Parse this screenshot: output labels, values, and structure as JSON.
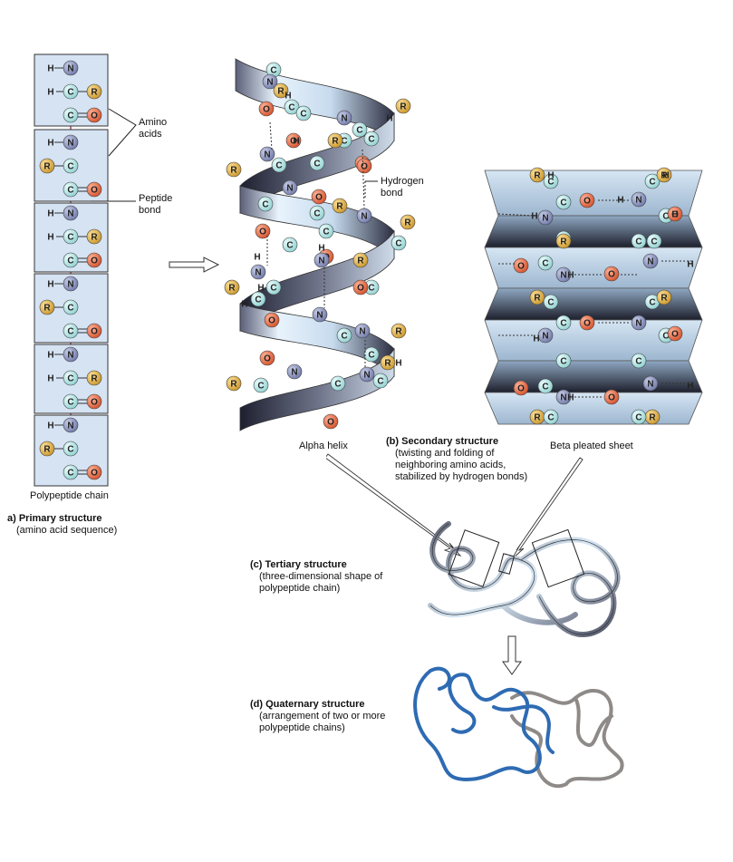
{
  "atoms": {
    "N": "N",
    "C": "C",
    "O": "O",
    "R": "R",
    "H": "H"
  },
  "colors": {
    "nitrogen": "#7f88b8",
    "carbon": "#a9e0e0",
    "oxygen": "#e0603a",
    "r_group": "#d9a83a",
    "box_fill": "#d5e3f3",
    "ribbon_light": "#e6f1fb",
    "ribbon_dark": "#2a2c3e",
    "chain_blue": "#2e6bb3",
    "chain_gray": "#8e8a88"
  },
  "labels": {
    "amino_acids": "Amino acids",
    "peptide_bond": "Peptide bond",
    "hydrogen_bond": "Hydrogen bond",
    "polypeptide_chain": "Polypeptide chain",
    "alpha_helix": "Alpha helix",
    "beta_pleated_sheet": "Beta pleated sheet"
  },
  "primary": {
    "title": "a) Primary structure",
    "desc": "(amino acid sequence)"
  },
  "secondary": {
    "title": "(b) Secondary structure",
    "desc": "(twisting and folding of neighboring amino acids, stabilized by hydrogen bonds)"
  },
  "tertiary": {
    "title": "(c) Tertiary structure",
    "desc": "(three-dimensional shape of polypeptide chain)"
  },
  "quaternary": {
    "title": "(d) Quaternary structure",
    "desc": "(arrangement of two or more polypeptide chains)"
  }
}
